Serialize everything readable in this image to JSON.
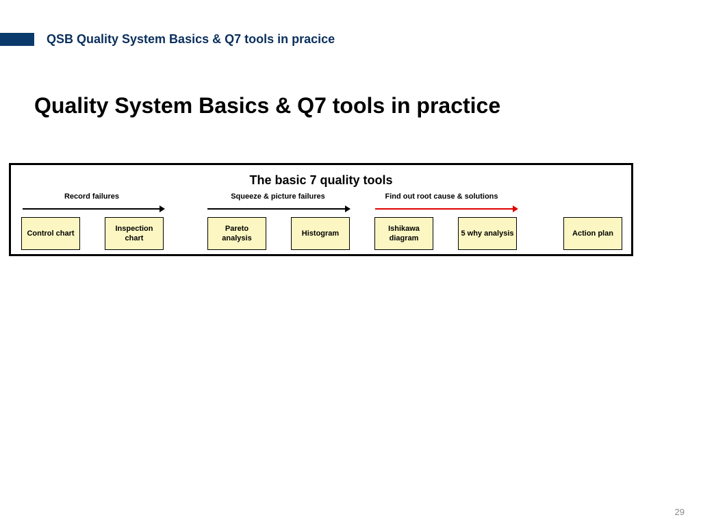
{
  "header": {
    "title": "QSB Quality System Basics & Q7 tools  in pracice"
  },
  "slide_title": "Quality System Basics & Q7 tools in practice",
  "diagram": {
    "title": "The basic 7 quality tools",
    "phases": [
      "Record failures",
      "Squeeze & picture failures",
      "Find out  root cause & solutions"
    ],
    "tools": [
      "Control chart",
      "Inspection chart",
      "Pareto analysis",
      "Histogram",
      "Ishikawa diagram",
      "5 why analysis",
      "Action plan"
    ],
    "colors": {
      "box_fill": "#fbf6c2",
      "phase3_arrow": "#e00000",
      "header_bar": "#0a3a6b"
    }
  },
  "page_number": "29"
}
